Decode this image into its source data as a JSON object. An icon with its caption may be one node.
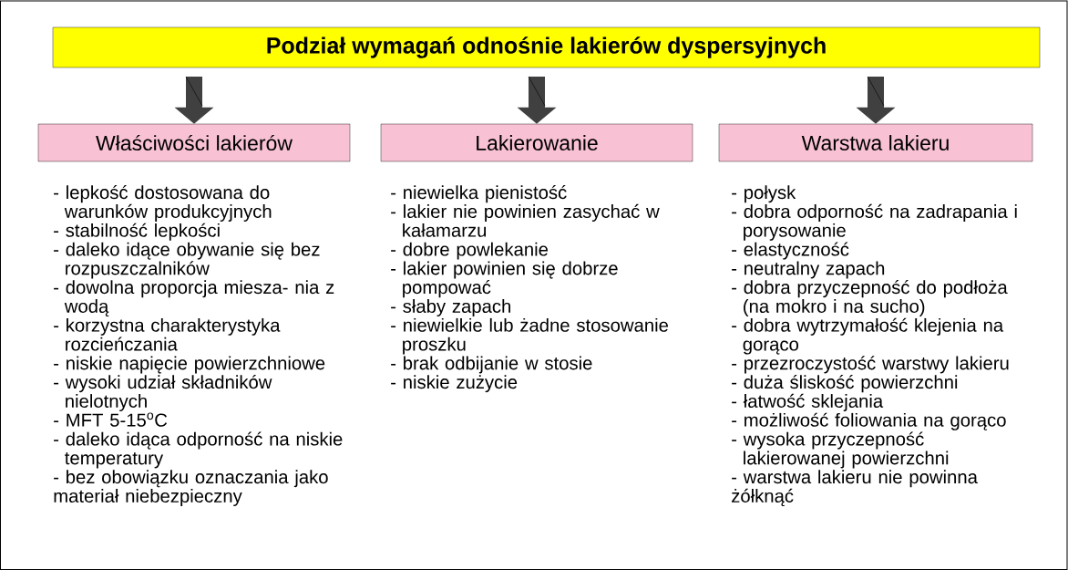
{
  "diagram": {
    "nodes": [
      {
        "text": [
          "Podział wymagań odnośnie lakierów dyspersyjnych"
        ]
      },
      {
        "text": [
          "Właściwości lakierów"
        ],
        "beside": [
          "- lepkość dostosowana do warunków produkcyjnych",
          "- stabilność lepkości",
          "- daleko idące obywanie się bez rozpuszczalników",
          "- dowolna proporcja miesza- nia z wodą",
          "- korzystna charakterystyka rozcieńczania",
          "- niskie napięcie powierzchniowe",
          "- wysoki udział składników nielotnych",
          "- MFT 5-15$^{o}$C",
          "- daleko idąca odporność na niskie temperatury",
          "- bez obowiązku oznaczania jako materiał niebezpieczny"
        ]
      },
      {
        "text": [
          "Lakierowanie"
        ],
        "beside": [
          "- niewielka pienistość",
          "- lakier nie powinien zasychać w kałamarzu",
          "- dobre powlekanie",
          "- lakier powinien się dobrze pompować",
          "- słaby zapach",
          "- niewielkie lub żadne stosowanie proszku",
          "- brak odbijanie w stosie",
          "- niskie zużycie"
        ]
      },
      {
        "text": [
          "Warstwa lakieru"
        ],
        "beside": [
          "- połysk",
          "- dobra odporność na zadrapania i porysowanie",
          "- elastyczność",
          "- neutralny zapach",
          "- dobra przyczepność do podłoża (na mokro i na sucho)",
          "- dobra wytrzymałość klejenia na gorąco",
          "- przezroczystość warstwy lakieru",
          "- duża śliskość powierzchni",
          "- łatwość sklejania",
          "- możliwość foliowania na gorąco",
          "- wysoka przyczepność lakierowanej powierzchni",
          "- warstwa lakieru nie powinna żółknąć"
        ]
      }
    ],
    "edges": [
      {
        "from": 0,
        "to": 1,
        "arrow": "to"
      },
      {
        "from": 0,
        "to": 2,
        "arrow": "to"
      },
      {
        "from": 0,
        "to": 3,
        "arrow": "to"
      }
    ]
  }
}
